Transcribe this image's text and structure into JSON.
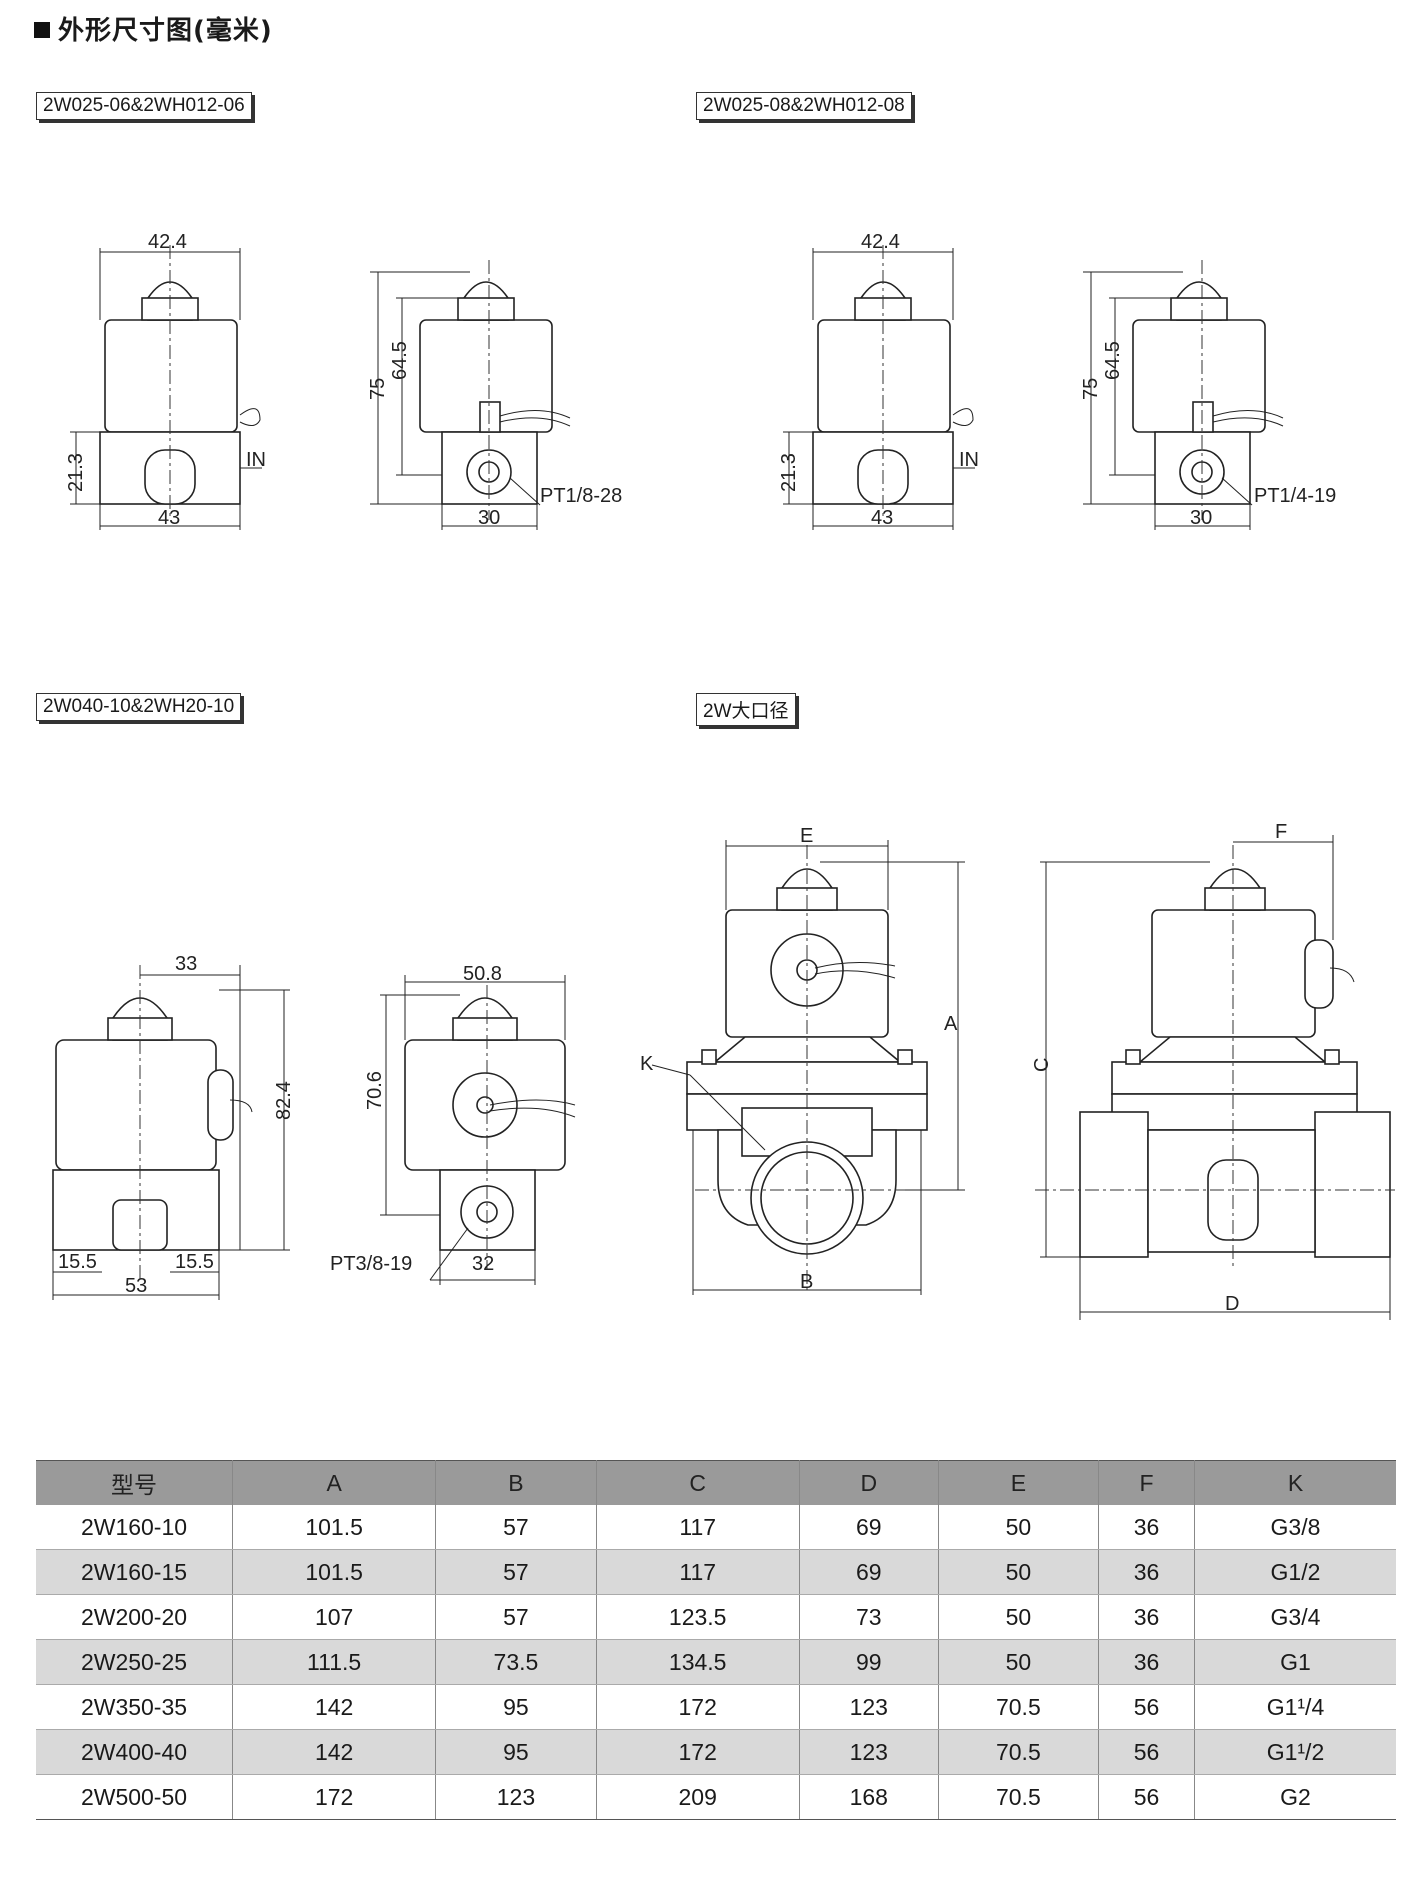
{
  "title": "外形尺寸图(毫米)",
  "models": {
    "m1": "2W025-06&2WH012-06",
    "m2": "2W025-08&2WH012-08",
    "m3": "2W040-10&2WH20-10",
    "m4": "2W大口径"
  },
  "dims": {
    "d1": {
      "width": "42.4",
      "height_inlet": "21.3",
      "in": "IN",
      "base": "43",
      "total": "75",
      "coil": "64.5",
      "side_base": "30",
      "port": "PT1/8-28"
    },
    "d2": {
      "width": "42.4",
      "height_inlet": "21.3",
      "in": "IN",
      "base": "43",
      "total": "75",
      "coil": "64.5",
      "side_base": "30",
      "port": "PT1/4-19"
    },
    "d3": {
      "top": "33",
      "height": "82.4",
      "left": "15.5",
      "right": "15.5",
      "base": "53",
      "side_width": "50.8",
      "side_height": "70.6",
      "port": "PT3/8-19",
      "side_base": "32"
    },
    "d4": {
      "e": "E",
      "a": "A",
      "k": "K",
      "b": "B",
      "f": "F",
      "c": "C",
      "d": "D"
    }
  },
  "table": {
    "headers": [
      "型号",
      "A",
      "B",
      "C",
      "D",
      "E",
      "F",
      "K"
    ],
    "rows": [
      [
        "2W160-10",
        "101.5",
        "57",
        "117",
        "69",
        "50",
        "36",
        "G3/8"
      ],
      [
        "2W160-15",
        "101.5",
        "57",
        "117",
        "69",
        "50",
        "36",
        "G1/2"
      ],
      [
        "2W200-20",
        "107",
        "57",
        "123.5",
        "73",
        "50",
        "36",
        "G3/4"
      ],
      [
        "2W250-25",
        "111.5",
        "73.5",
        "134.5",
        "99",
        "50",
        "36",
        "G1"
      ],
      [
        "2W350-35",
        "142",
        "95",
        "172",
        "123",
        "70.5",
        "56",
        "G1¹/4"
      ],
      [
        "2W400-40",
        "142",
        "95",
        "172",
        "123",
        "70.5",
        "56",
        "G1¹/2"
      ],
      [
        "2W500-50",
        "172",
        "123",
        "209",
        "168",
        "70.5",
        "56",
        "G2"
      ]
    ]
  }
}
